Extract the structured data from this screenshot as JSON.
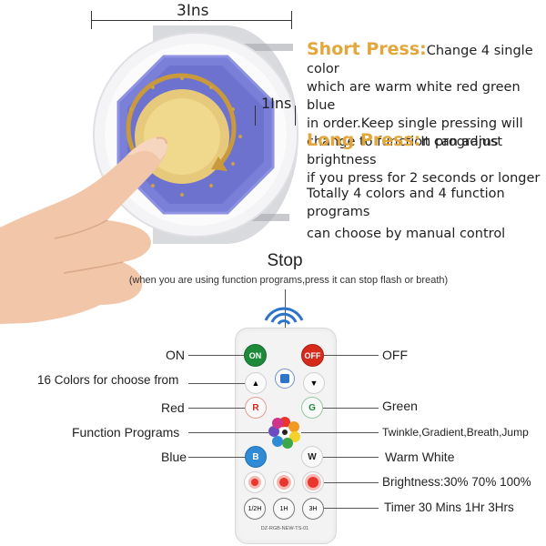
{
  "dimensions": {
    "width_label": "3Ins",
    "depth_label": "1Ins"
  },
  "short_press": {
    "heading": "Short Press:",
    "line1": "Change 4 single color",
    "line2": "which are warm white red green blue",
    "line3": "in order.Keep single pressing will",
    "line4": "change to function programs"
  },
  "long_press": {
    "heading": "Long Press:",
    "line1": "It can adjust brightness",
    "line2": "if you press for 2 seconds or longer"
  },
  "summary": {
    "line1": "Totally 4 colors and 4 function programs",
    "line2": "can choose by manual control"
  },
  "stop": {
    "title": "Stop",
    "note": "(when you are using function programs,press it can stop flash or breath)"
  },
  "labels": {
    "on": "ON",
    "off": "OFF",
    "colors16": "16 Colors for choose from",
    "red": "Red",
    "green": "Green",
    "function_programs": "Function Programs",
    "effects": "Twinkle,Gradient,Breath,Jump",
    "blue": "Blue",
    "warm_white": "Warm White",
    "brightness": "Brightness:30% 70% 100%",
    "timer": "Timer 30 Mins 1Hr 3Hrs"
  },
  "buttons": {
    "on": "ON",
    "off": "OFF",
    "red": "R",
    "green": "G",
    "blue": "B",
    "white": "W",
    "t30": "1/2H",
    "t1": "1H",
    "t3": "3H"
  },
  "remote_model": "DZ-RGB-NEW-TS-01",
  "colors": {
    "accent": "#e2a63b",
    "on_button": "#1d8a3a",
    "off_button": "#d62a1a",
    "led": "#7a7fd8",
    "signal": "#2d74c9"
  }
}
